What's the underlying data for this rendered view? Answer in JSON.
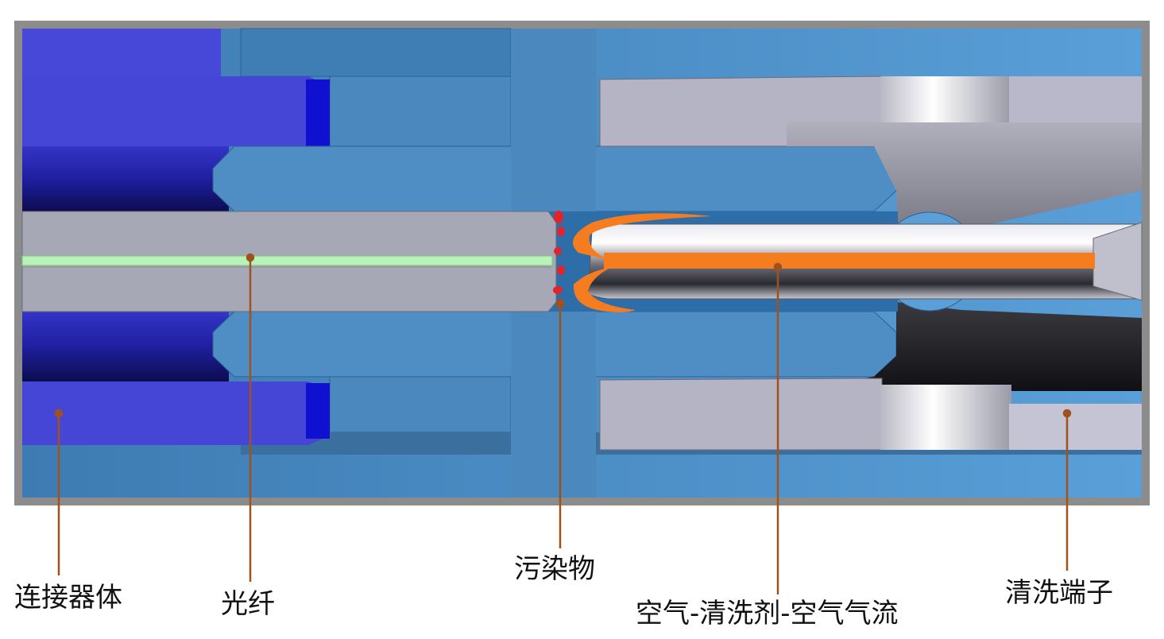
{
  "diagram": {
    "labels": {
      "connector_body": "连接器体",
      "fiber": "光纤",
      "contaminant": "污染物",
      "airflow": "空气-清洗剂-空气气流",
      "cleaning_tip": "清洗端子"
    },
    "colors": {
      "frame": "#8c8c8c",
      "housing_blue": "#4a88bd",
      "housing_dark": "#3c78aa",
      "connector_purple": "#4848d8",
      "connector_dark": "#2a2ab0",
      "ferrule_gray": "#a7a8b6",
      "fiber_green": "#b8f2b8",
      "flow_orange": "#f57d20",
      "contaminant_red": "#e3232a",
      "leader_line": "#a0521c"
    }
  }
}
